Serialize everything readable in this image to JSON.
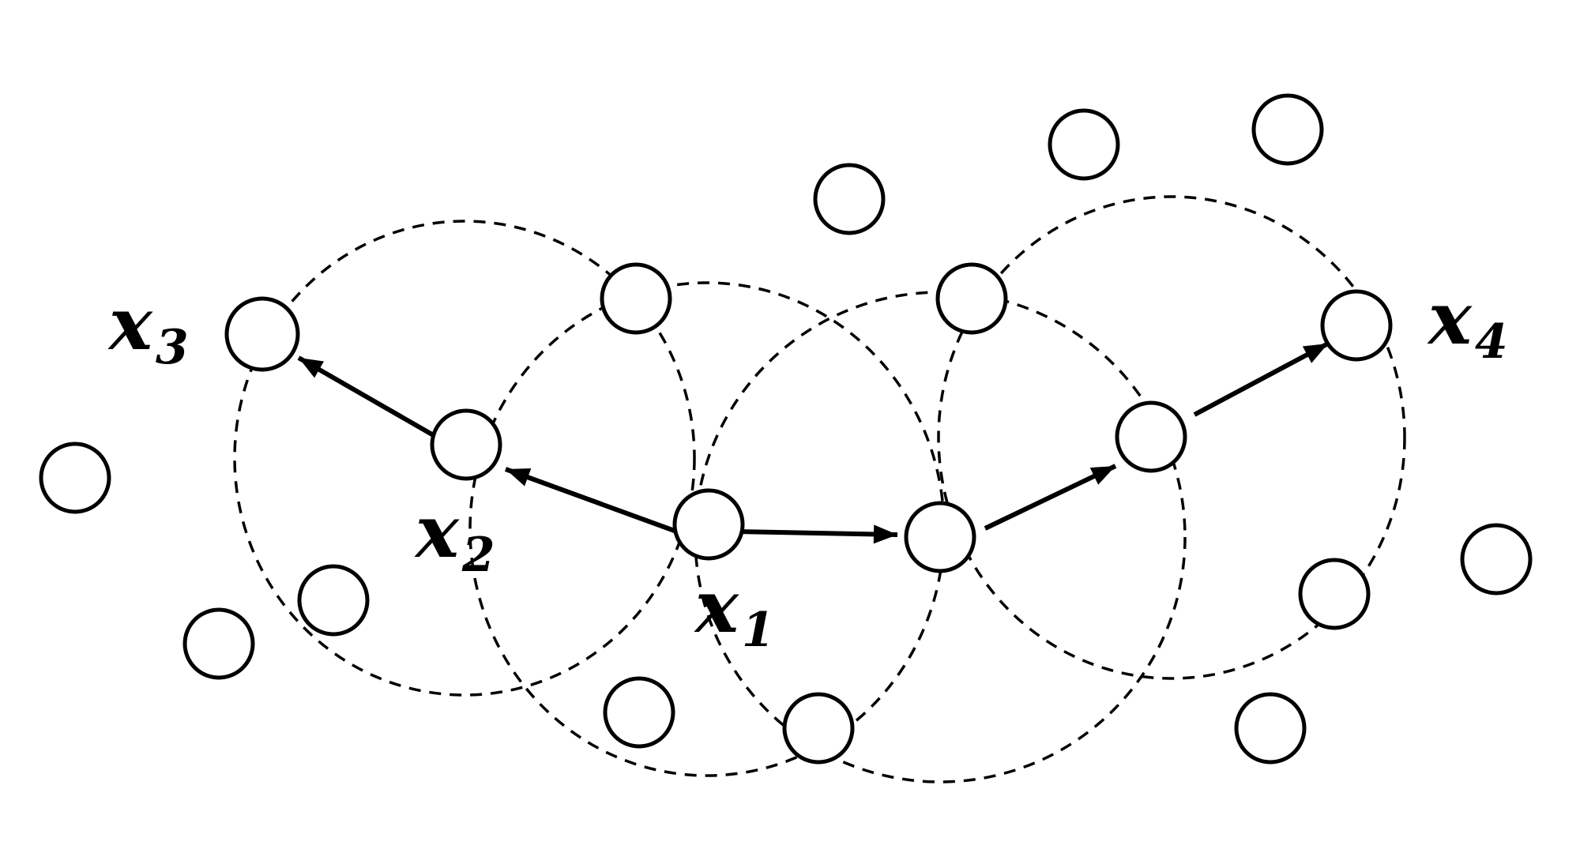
{
  "diagram": {
    "labels": {
      "x1": {
        "base": "x",
        "subscript": "1"
      },
      "x2": {
        "base": "x",
        "subscript": "2"
      },
      "x3": {
        "base": "x",
        "subscript": "3"
      },
      "x4": {
        "base": "x",
        "subscript": "4"
      }
    },
    "colors": {
      "ink": "#000000",
      "background": "#ffffff"
    }
  }
}
